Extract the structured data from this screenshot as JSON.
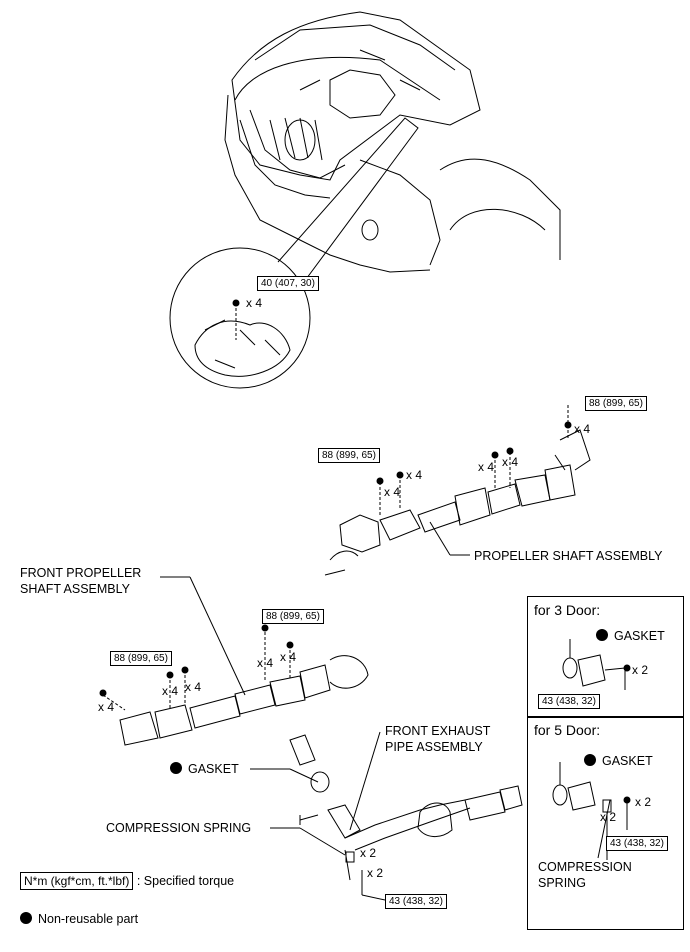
{
  "torques": {
    "t40": "40 (407, 30)",
    "t88": "88 (899, 65)",
    "t43": "43 (438, 32)"
  },
  "counts": {
    "x4": "x 4",
    "x2": "x 2"
  },
  "labels": {
    "front_propeller_shaft": "FRONT PROPELLER\nSHAFT ASSEMBLY",
    "propeller_shaft": "PROPELLER SHAFT ASSEMBLY",
    "front_exhaust_pipe": "FRONT EXHAUST\nPIPE ASSEMBLY",
    "gasket": "GASKET",
    "compression_spring": "COMPRESSION SPRING",
    "compression_spring_wrapped": "COMPRESSION\nSPRING"
  },
  "panels": {
    "door3_title": "for 3 Door:",
    "door5_title": "for 5 Door:"
  },
  "legend": {
    "torque_unit": "N*m (kgf*cm, ft.*lbf)",
    "torque_text": ": Specified torque",
    "nonreusable_text": "Non-reusable part"
  }
}
